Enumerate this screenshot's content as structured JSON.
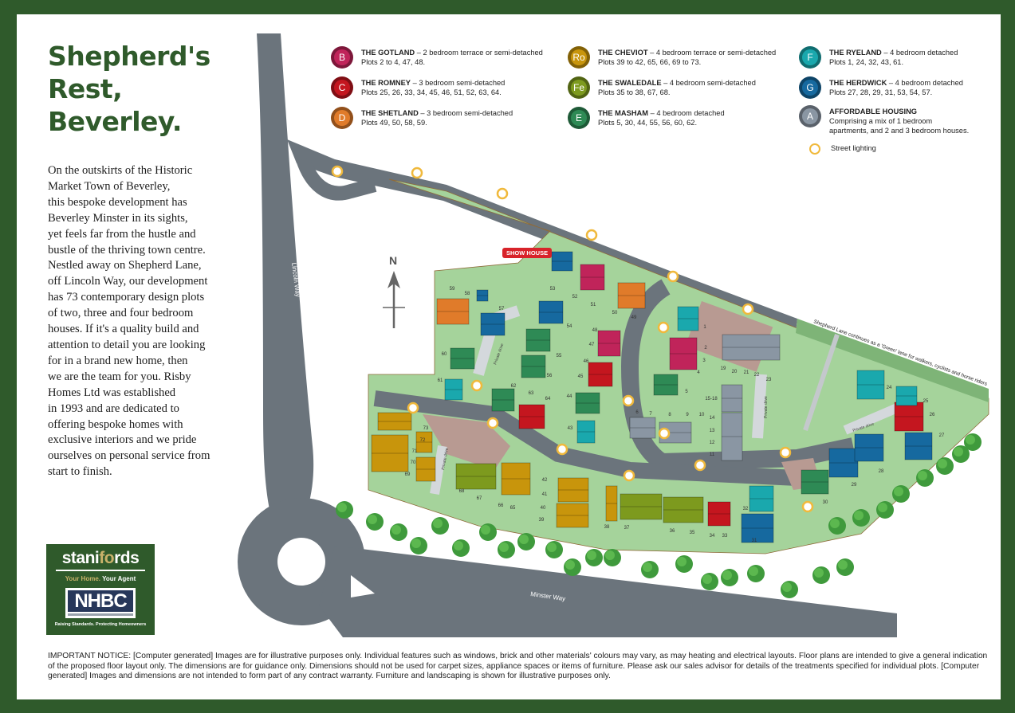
{
  "title_lines": [
    "Shepherd's",
    "Rest,",
    "Beverley."
  ],
  "intro_lines": [
    "On the outskirts of the Historic",
    "Market Town of Beverley,",
    "this bespoke development has",
    "Beverley Minster in its sights,",
    "yet feels far from the hustle and",
    "bustle of the thriving town centre.",
    "Nestled away on Shepherd Lane,",
    "off Lincoln Way, our development",
    "has 73 contemporary design plots",
    "of two, three and four bedroom",
    "houses. If it's a quality build and",
    "attention to detail you are looking",
    "for in a brand new home, then",
    "we are the team for you. Risby",
    "Homes Ltd was established",
    "in 1993 and are dedicated to",
    "offering bespoke homes with",
    "exclusive interiors and we pride",
    "ourselves on personal service from",
    "start to finish."
  ],
  "logos": {
    "stanifords_a": "stani",
    "stanifords_b": "fo",
    "stanifords_c": "rds",
    "tagline_a": "Your Home.",
    "tagline_b": " Your Agent",
    "nhbc": "NHBC",
    "nhbc_tag": "Raising Standards. Protecting Homeowners"
  },
  "legend": [
    {
      "letter": "B",
      "name": "THE GOTLAND",
      "desc": " – 2 bedroom terrace or semi-detached",
      "plots": "Plots 2 to 4, 47, 48.",
      "color": "#c0245a"
    },
    {
      "letter": "C",
      "name": "THE ROMNEY",
      "desc": " – 3 bedroom semi-detached",
      "plots": "Plots 25, 26, 33, 34, 45, 46, 51, 52, 63, 64.",
      "color": "#c4161f"
    },
    {
      "letter": "D",
      "name": "THE SHETLAND",
      "desc": " – 3 bedroom semi-detached",
      "plots": "Plots 49, 50, 58, 59.",
      "color": "#e07b2a"
    },
    {
      "letter": "Ro",
      "name": "THE CHEVIOT",
      "desc": " – 4 bedroom terrace or semi-detached",
      "plots": "Plots 39 to 42, 65, 66, 69 to 73.",
      "color": "#c8950c"
    },
    {
      "letter": "Fe",
      "name": "THE SWALEDALE",
      "desc": " – 4 bedroom semi-detached",
      "plots": "Plots 35 to 38, 67, 68.",
      "color": "#7d9a1e"
    },
    {
      "letter": "E",
      "name": "THE MASHAM",
      "desc": " – 4 bedroom detached",
      "plots": "Plots 5, 30, 44, 55, 56, 60, 62.",
      "color": "#2e8a55"
    },
    {
      "letter": "F",
      "name": "THE RYELAND",
      "desc": " – 4 bedroom detached",
      "plots": "Plots 1, 24, 32, 43, 61.",
      "color": "#1aa8ad"
    },
    {
      "letter": "G",
      "name": "THE HERDWICK",
      "desc": " – 4 bedroom detached",
      "plots": "Plots 27, 28, 29, 31, 53, 54, 57.",
      "color": "#16699f"
    },
    {
      "letter": "A",
      "name": "AFFORDABLE HOUSING",
      "desc": "",
      "plots": "Comprising a mix of 1 bedroom",
      "plots2": "apartments, and 2 and 3 bedroom houses.",
      "color": "#8a96a3"
    }
  ],
  "street_lighting_label": "Street lighting",
  "street_light_color": "#f0b93c",
  "map": {
    "north": "N",
    "show_house": "SHOW HOUSE",
    "roads": {
      "lincoln_way": "Lincoln Way",
      "minster_way": "Minster Way",
      "shepherd_lane": "Shepherd Lane",
      "green_lane_note": "Shepherd Lane continues as a 'Green' lane for walkers, cyclists and horse riders",
      "private_drive": "Private drive"
    },
    "plots": [
      "1",
      "2",
      "3",
      "4",
      "5",
      "6",
      "7",
      "8",
      "9",
      "10",
      "11",
      "12",
      "13",
      "14",
      "15-18",
      "19",
      "20",
      "21",
      "22",
      "23",
      "24",
      "25",
      "26",
      "27",
      "28",
      "29",
      "30",
      "31",
      "32",
      "33",
      "34",
      "35",
      "36",
      "37",
      "38",
      "39",
      "40",
      "41",
      "42",
      "43",
      "44",
      "45",
      "46",
      "47",
      "48",
      "49",
      "50",
      "51",
      "52",
      "53",
      "54",
      "55",
      "56",
      "57",
      "58",
      "59",
      "60",
      "61",
      "62",
      "63",
      "64",
      "65",
      "66",
      "67",
      "68",
      "69",
      "70",
      "71",
      "72",
      "73"
    ]
  },
  "notice": "IMPORTANT NOTICE: [Computer generated] Images are for illustrative purposes only. Individual features such as windows, brick and other materials' colours may vary, as may heating and electrical layouts. Floor plans are intended to give a general indication of the proposed floor layout only. The dimensions are for guidance only. Dimensions should not be used for carpet sizes, appliance spaces or items of furniture. Please ask our sales advisor for details of the treatments specified for individual plots. [Computer generated] Images and dimensions are not intended to form part of any contract warranty. Furniture and landscaping is shown for illustrative purposes only."
}
